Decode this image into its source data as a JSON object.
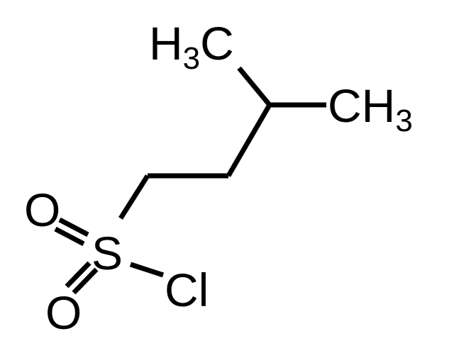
{
  "molecule": {
    "labels": {
      "methyl_left": {
        "prefix": "H",
        "subscript": "3",
        "suffix": "C"
      },
      "methyl_right": {
        "prefix": "CH",
        "subscript": "3"
      },
      "sulfur": "S",
      "chlorine": "Cl",
      "oxygen_top": "O",
      "oxygen_bottom": "O"
    },
    "colors": {
      "bond": "#000000",
      "text": "#000000",
      "background": "#ffffff"
    }
  }
}
